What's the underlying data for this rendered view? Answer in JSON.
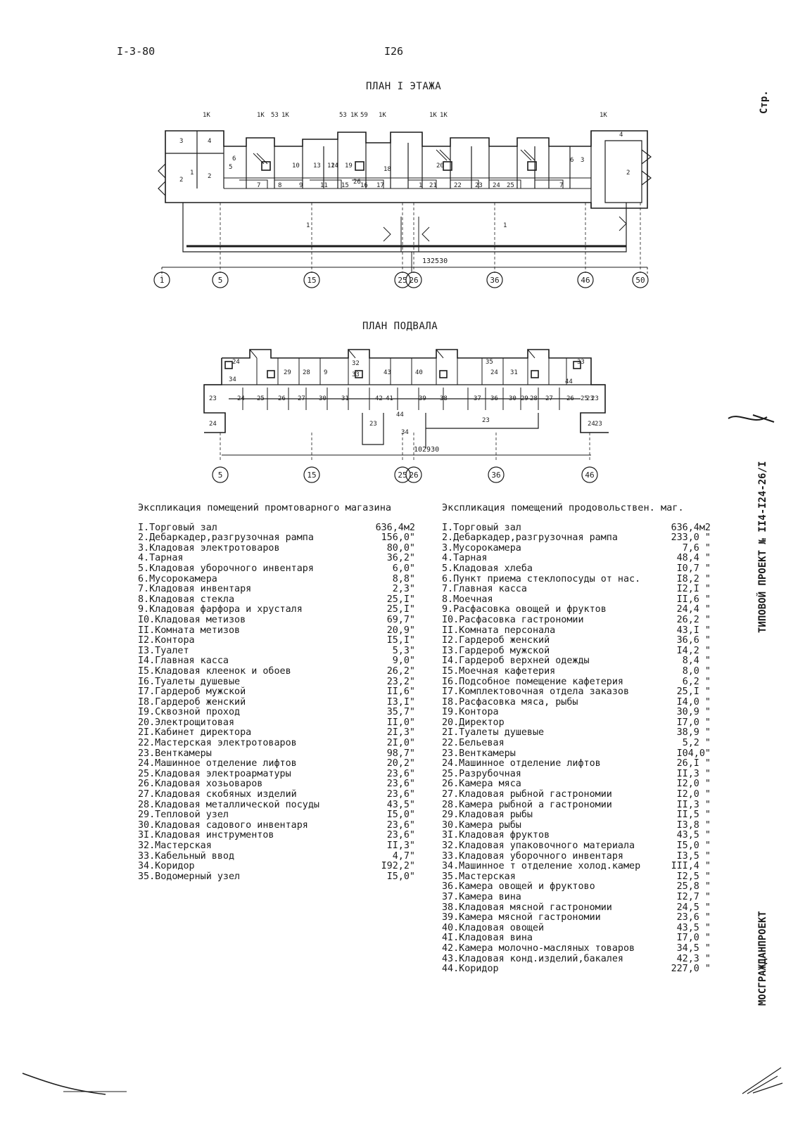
{
  "header": {
    "doc_code": "I-3-80",
    "page_number": "I26"
  },
  "plan_first_floor": {
    "title": "ПЛАН I ЭТАЖА",
    "dimension": "132530",
    "axes": [
      "1",
      "5",
      "15",
      "25",
      "26",
      "36",
      "46",
      "50"
    ],
    "top_marks": [
      "1К",
      "1К",
      "53",
      "1К",
      "53",
      "1К",
      "59",
      "1К",
      "1К",
      "1К",
      "1К"
    ],
    "room_numbers": [
      "3",
      "4",
      "1",
      "2",
      "2",
      "6",
      "5",
      "7",
      "8",
      "9",
      "10",
      "11",
      "12",
      "13",
      "14",
      "15",
      "16",
      "17",
      "18",
      "19",
      "20",
      "21",
      "22",
      "23",
      "24",
      "25",
      "26",
      "2",
      "4",
      "3",
      "6",
      "7",
      "1",
      "1",
      "1"
    ]
  },
  "plan_basement": {
    "title": "ПЛАН ПОДВАЛА",
    "dimension": "102930",
    "axes": [
      "5",
      "15",
      "25",
      "26",
      "36",
      "46"
    ],
    "room_numbers": [
      "24",
      "34",
      "23",
      "29",
      "28",
      "9",
      "32",
      "33",
      "43",
      "40",
      "35",
      "24",
      "31",
      "33",
      "44",
      "23",
      "24",
      "25",
      "26",
      "27",
      "30",
      "31",
      "42",
      "41",
      "44",
      "39",
      "38",
      "37",
      "36",
      "30",
      "29",
      "28",
      "27",
      "26",
      "25",
      "24",
      "23",
      "23",
      "23",
      "34",
      "24",
      "23"
    ]
  },
  "table_industrial": {
    "caption": "Экспликация помещений промтоварного магазина",
    "rows": [
      {
        "name": "I.Торговый зал",
        "value": "636,4м2"
      },
      {
        "name": "2.Дебаркадер,разгрузочная рампа",
        "value": "156,0\""
      },
      {
        "name": "3.Кладовая электротоваров",
        "value": "80,0\""
      },
      {
        "name": "4.Тарная",
        "value": "36,2\""
      },
      {
        "name": "5.Кладовая уборочного инвентаря",
        "value": "6,0\""
      },
      {
        "name": "6.Мусорокамера",
        "value": "8,8\""
      },
      {
        "name": "7.Кладовая инвентаря",
        "value": "2,3\""
      },
      {
        "name": "8.Кладовая стекла",
        "value": "25,I\""
      },
      {
        "name": "9.Кладовая фарфора и хрусталя",
        "value": "25,I\""
      },
      {
        "name": "I0.Кладовая метизов",
        "value": "69,7\""
      },
      {
        "name": "II.Комната метизов",
        "value": "20,9\""
      },
      {
        "name": "I2.Контора",
        "value": "I5,I\""
      },
      {
        "name": "I3.Туалет",
        "value": "5,3\""
      },
      {
        "name": "I4.Главная касса",
        "value": "9,0\""
      },
      {
        "name": "I5.Кладовая клеенок и обоев",
        "value": "26,2\""
      },
      {
        "name": "I6.Туалеты душевые",
        "value": "23,2\""
      },
      {
        "name": "I7.Гардероб мужской",
        "value": "II,6\""
      },
      {
        "name": "I8.Гардероб женский",
        "value": "I3,I\""
      },
      {
        "name": "I9.Сквозной проход",
        "value": "35,7\""
      },
      {
        "name": "20.Электрощитовая",
        "value": "II,0\""
      },
      {
        "name": "2I.Кабинет директора",
        "value": "2I,3\""
      },
      {
        "name": "22.Мастерская электротоваров",
        "value": "2I,0\""
      },
      {
        "name": "23.Венткамеры",
        "value": "98,7\""
      },
      {
        "name": "24.Машинное отделение лифтов",
        "value": "20,2\""
      },
      {
        "name": "25.Кладовая электроарматуры",
        "value": "23,6\""
      },
      {
        "name": "26.Кладовая хозьоваров",
        "value": "23,6\""
      },
      {
        "name": "27.Кладовая скобяных изделий",
        "value": "23,6\""
      },
      {
        "name": "28.Кладовая металлической посуды",
        "value": "43,5\""
      },
      {
        "name": "29.Тепловой узел",
        "value": "I5,0\""
      },
      {
        "name": "30.Кладовая садового инвентаря",
        "value": "23,6\""
      },
      {
        "name": "3I.Кладовая инструментов",
        "value": "23,6\""
      },
      {
        "name": "32.Мастерская",
        "value": "II,3\""
      },
      {
        "name": "33.Кабельный ввод",
        "value": "4,7\""
      },
      {
        "name": "34.Коридор",
        "value": "I92,2\""
      },
      {
        "name": "35.Водомерный узел",
        "value": "I5,0\""
      }
    ]
  },
  "table_food": {
    "caption": "Экспликация помещений продовольствен. маг.",
    "rows": [
      {
        "name": "I.Торговый зал",
        "value": "636,4м2"
      },
      {
        "name": "2.Дебаркадер,разгрузочная рампа",
        "value": "233,0 \""
      },
      {
        "name": "3.Мусорокамера",
        "value": "7,6 \""
      },
      {
        "name": "4.Тарная",
        "value": "48,4 \""
      },
      {
        "name": "5.Кладовая хлеба",
        "value": "I0,7 \""
      },
      {
        "name": "6.Пункт приема стеклопосуды от нас.",
        "value": "I8,2 \""
      },
      {
        "name": "7.Главная касса",
        "value": "I2,I \""
      },
      {
        "name": "8.Моечная",
        "value": "II,6 \""
      },
      {
        "name": "9.Расфасовка овощей и фруктов",
        "value": "24,4 \""
      },
      {
        "name": "I0.Расфасовка гастрономии",
        "value": "26,2 \""
      },
      {
        "name": "II.Комната персонала",
        "value": "43,I \""
      },
      {
        "name": "I2.Гардероб женский",
        "value": "36,6 \""
      },
      {
        "name": "I3.Гардероб мужской",
        "value": "I4,2 \""
      },
      {
        "name": "I4.Гардероб верхней одежды",
        "value": "8,4 \""
      },
      {
        "name": "I5.Моечная кафетерия",
        "value": "8,0 \""
      },
      {
        "name": "I6.Подсобное помещение кафетерия",
        "value": "6,2 \""
      },
      {
        "name": "I7.Комплектовочная отдела заказов",
        "value": "25,I \""
      },
      {
        "name": "I8.Расфасовка мяса, рыбы",
        "value": "I4,0 \""
      },
      {
        "name": "I9.Контора",
        "value": "30,9 \""
      },
      {
        "name": "20.Директор",
        "value": "I7,0 \""
      },
      {
        "name": "2I.Туалеты душевые",
        "value": "38,9 \""
      },
      {
        "name": "22.Бельевая",
        "value": "5,2 \""
      },
      {
        "name": "23.Венткамеры",
        "value": "I04,0\""
      },
      {
        "name": "24.Машинное отделение лифтов",
        "value": "26,I \""
      },
      {
        "name": "25.Разрубочная",
        "value": "II,3 \""
      },
      {
        "name": "26.Камера мяса",
        "value": "I2,0 \""
      },
      {
        "name": "27.Кладовая рыбной гастрономии",
        "value": "I2,0 \""
      },
      {
        "name": "28.Камера рыбной а гастрономии",
        "value": "II,3 \""
      },
      {
        "name": "29.Кладовая рыбы",
        "value": "II,5 \""
      },
      {
        "name": "30.Камера рыбы",
        "value": "I3,8 \""
      },
      {
        "name": "3I.Кладовая фруктов",
        "value": "43,5 \""
      },
      {
        "name": "32.Кладовая упаковочного материала",
        "value": "I5,0 \""
      },
      {
        "name": "33.Кладовая уборочного инвентаря",
        "value": "I3,5 \""
      },
      {
        "name": "34.Машинное т отделение холод.камер",
        "value": "III,4 \""
      },
      {
        "name": "35.Мастерская",
        "value": "I2,5 \""
      },
      {
        "name": "36.Камера овощей и фруктово",
        "value": "25,8 \""
      },
      {
        "name": "37.Камера вина",
        "value": "I2,7 \""
      },
      {
        "name": "38.Кладовая мясной гастрономии",
        "value": "24,5 \""
      },
      {
        "name": "39.Камера мясной гастрономии",
        "value": "23,6 \""
      },
      {
        "name": "40.Кладовая овощей",
        "value": "43,5 \""
      },
      {
        "name": "4I.Кладовая вина",
        "value": "I7,0 \""
      },
      {
        "name": "42.Камера молочно-масляных товаров",
        "value": "34,5 \""
      },
      {
        "name": "43.Кладовая конд.изделий,бакалея",
        "value": "42,3 \""
      },
      {
        "name": "44.Коридор",
        "value": "227,0 \""
      }
    ]
  },
  "side": {
    "page_label": "Стр.",
    "project": "ТИПОВОЙ ПРОЕКТ № II4-I24-26/I",
    "organization": "МОСГРАЖДАНПРОЕКТ"
  }
}
